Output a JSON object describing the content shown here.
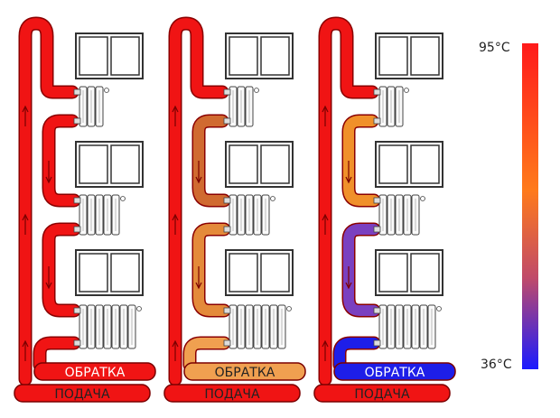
{
  "scale": {
    "max_label": "95°С",
    "min_label": "36°С",
    "max_color": "#ff1a1a",
    "mid_color": "#ff7a1a",
    "min_color": "#1a1aff"
  },
  "pipe_colors": {
    "hot": "#f01414",
    "warm": "#f0922a",
    "mid": "#cf7a35",
    "cool": "#8a4fb0",
    "cold": "#2222e6",
    "dark_red": "#c40c0c",
    "outline": "#7a0000"
  },
  "columns": [
    {
      "return_label": "ОБРАТКА",
      "supply_label": "ПОДАЧА",
      "return_color": "#f01414",
      "supply_color": "#f01414",
      "loop_colors": [
        "#f01414",
        "#f01414",
        "#f01414",
        "#f01414"
      ]
    },
    {
      "return_label": "ОБРАТКА",
      "supply_label": "ПОДАЧА",
      "return_color": "#f0a050",
      "supply_color": "#f01414",
      "loop_colors": [
        "#f01414",
        "#d06a30",
        "#e48a3a",
        "#f0a050"
      ]
    },
    {
      "return_label": "ОБРАТКА",
      "supply_label": "ПОДАЧА",
      "return_color": "#1e1ee8",
      "supply_color": "#f01414",
      "loop_colors": [
        "#f01414",
        "#f0902a",
        "#7a40c0",
        "#1e1ee8"
      ]
    }
  ]
}
